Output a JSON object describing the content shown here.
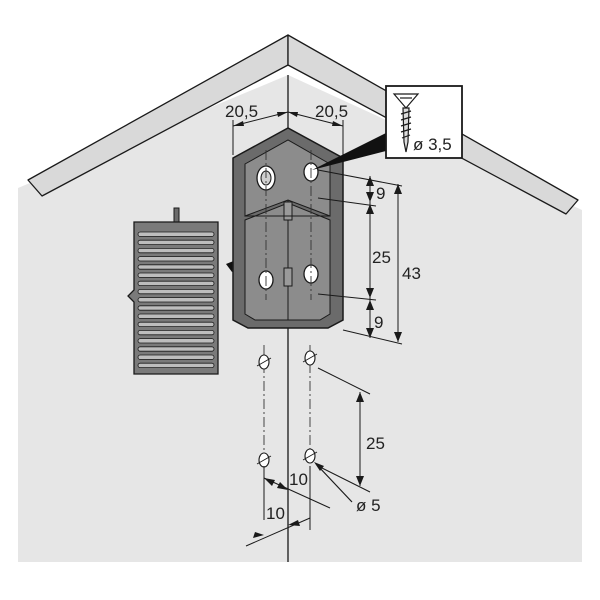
{
  "dimensions": {
    "width_left": "20,5",
    "width_right": "20,5",
    "top_offset": "9",
    "hole_spacing": "25",
    "total_height": "43",
    "bottom_offset": "9",
    "wall_spacing": "25",
    "edge_offset_upper": "10",
    "edge_offset_lower": "10",
    "hole_diameter": "ø 5"
  },
  "screw_callout": {
    "diameter": "ø 3,5"
  },
  "colors": {
    "wall": "#e6e6e6",
    "roof": "#d9d9d9",
    "bracket_body": "#6b6b6b",
    "bracket_inner": "#8c8c8c",
    "part_fill": "#7a7a7a",
    "stroke": "#1a1a1a"
  }
}
